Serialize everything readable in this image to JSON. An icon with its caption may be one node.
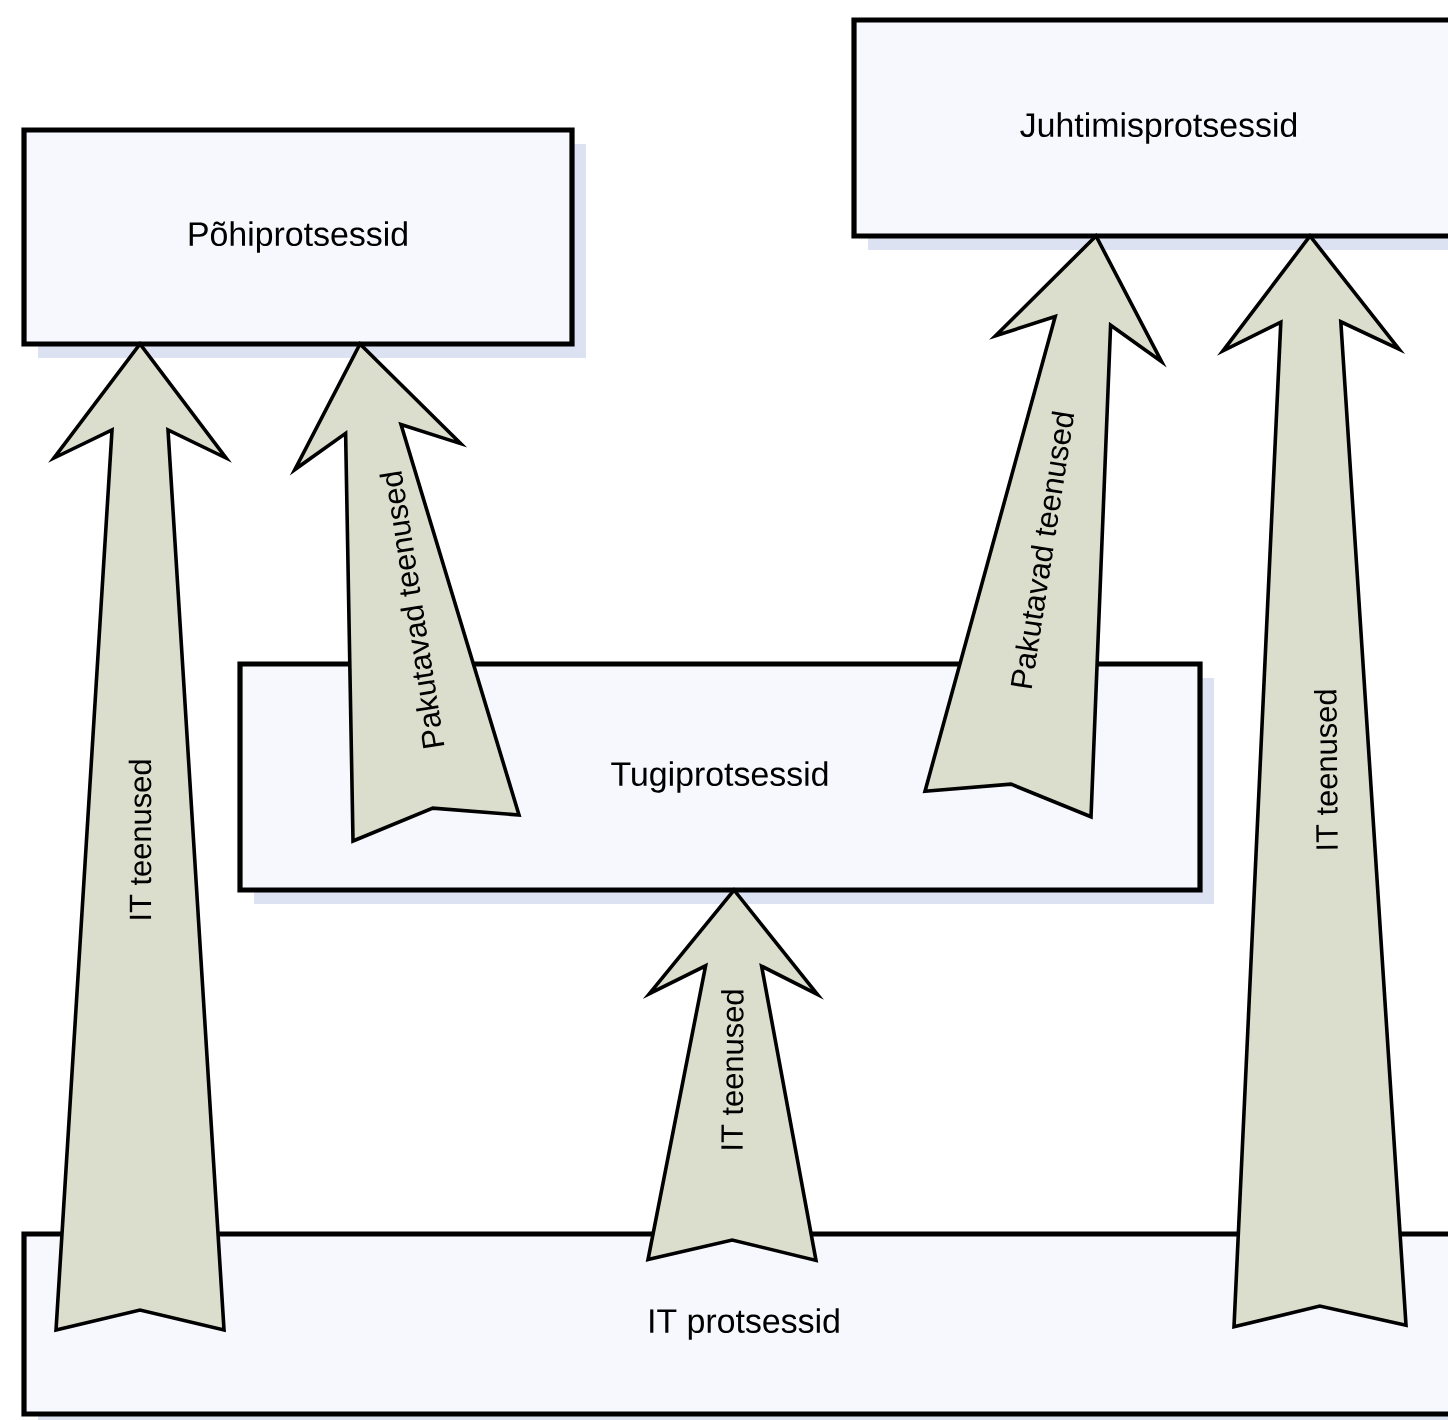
{
  "diagram": {
    "nodes": [
      {
        "text": [
          "Põhiprotsessid"
        ]
      },
      {
        "text": [
          "Juhtimisprotsessid"
        ]
      },
      {
        "text": [
          "Tugiprotsessid"
        ]
      },
      {
        "text": [
          "IT protsessid"
        ]
      }
    ],
    "edges": [
      {
        "from": 3,
        "to": 0,
        "arrow": "to",
        "label": "IT teenused"
      },
      {
        "from": 2,
        "to": 0,
        "arrow": "to",
        "label": "Pakutavad teenused"
      },
      {
        "from": 2,
        "to": 1,
        "arrow": "to",
        "label": "Pakutavad teenused"
      },
      {
        "from": 3,
        "to": 2,
        "arrow": "to",
        "label": "IT teenused"
      },
      {
        "from": 3,
        "to": 1,
        "arrow": "to",
        "label": "IT teenused"
      }
    ]
  }
}
